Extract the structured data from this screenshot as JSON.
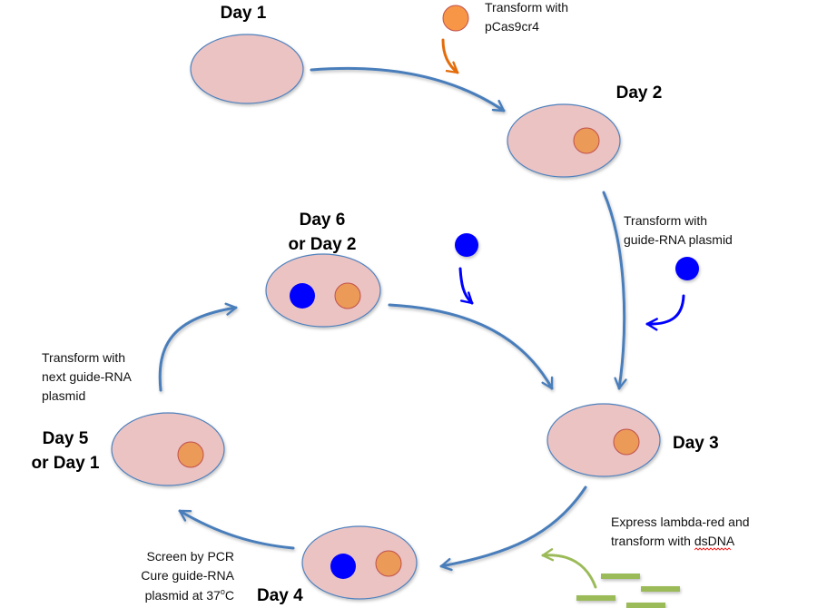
{
  "title": "Iterative CRISPR/Cas9 lambda-red genome editing cycle",
  "colors": {
    "cell_fill": "#ebc3c3",
    "cell_stroke": "#4f81bd",
    "cycle_arrow": "#4a7ebb",
    "cas9_plasmid": "#f0954e",
    "cas9_plasmid_stroke": "#c0504d",
    "guide_plasmid": "#0000ff",
    "cas9_arrow": "#e46c0a",
    "dsdna": "#9bbb59",
    "spellcheck": "#ff0000"
  },
  "stages": [
    {
      "id": "day1",
      "label_lines": [
        "Day 1"
      ],
      "plasmids": []
    },
    {
      "id": "day2",
      "label_lines": [
        "Day 2"
      ],
      "plasmids": [
        "cas9"
      ]
    },
    {
      "id": "day3",
      "label_lines": [
        "Day 3"
      ],
      "plasmids": [
        "cas9"
      ]
    },
    {
      "id": "day4",
      "label_lines": [
        "Day 4"
      ],
      "plasmids": [
        "guide",
        "cas9"
      ]
    },
    {
      "id": "day5",
      "label_lines": [
        "Day 5",
        "or Day 1"
      ],
      "plasmids": [
        "cas9"
      ]
    },
    {
      "id": "day6",
      "label_lines": [
        "Day 6",
        "or Day 2"
      ],
      "plasmids": [
        "guide",
        "cas9"
      ]
    }
  ],
  "notes": {
    "cas9": [
      "Transform with",
      "pCas9cr4"
    ],
    "guide": [
      "Transform with",
      "guide-RNA plasmid"
    ],
    "lambda_red": [
      "Express lambda-red and",
      "transform with ",
      "dsDNA"
    ],
    "screen": [
      "Screen by PCR",
      "Cure guide-RNA",
      "plasmid at 37",
      "o",
      "C"
    ],
    "next_guide": [
      "Transform with",
      "next guide-RNA",
      "plasmid"
    ]
  }
}
